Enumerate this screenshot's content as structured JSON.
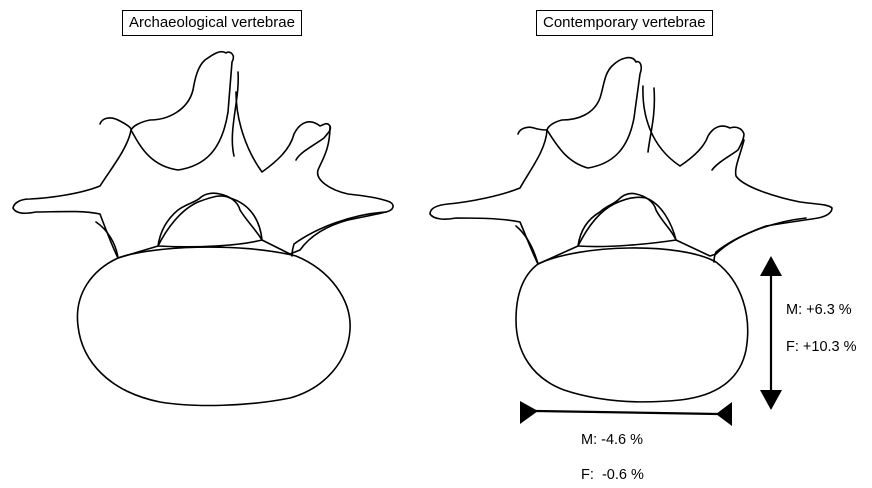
{
  "panels": {
    "left": {
      "title": "Archaeological vertebrae"
    },
    "right": {
      "title": "Contemporary vertebrae"
    }
  },
  "measurements": {
    "height": {
      "male": "M: +6.3 %",
      "female": "F: +10.3 %",
      "direction": "vertical"
    },
    "width": {
      "male": "M: -4.6 %",
      "female": "F:  -0.6 %",
      "direction": "horizontal"
    }
  },
  "colors": {
    "line": "#000000",
    "background": "#ffffff"
  }
}
